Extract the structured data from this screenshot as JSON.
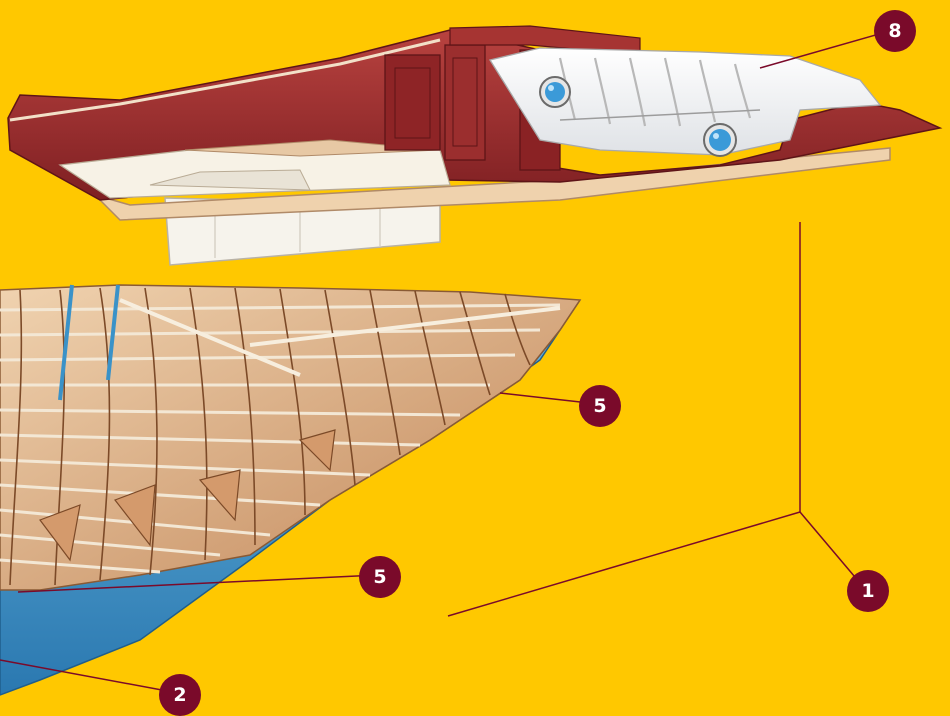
{
  "colors": {
    "background": "#ffc800",
    "callout_fill": "#7a0a2a",
    "leader_line": "#7a0a2a",
    "deck_red": "#9c2a2a",
    "cabin_white": "#f4f1ea",
    "hull_blue": "#3a92c8",
    "frame_wood": "#d8a478"
  },
  "callouts": [
    {
      "id": "c8",
      "label": "8"
    },
    {
      "id": "c5a",
      "label": "5"
    },
    {
      "id": "c5b",
      "label": "5"
    },
    {
      "id": "c1",
      "label": "1"
    },
    {
      "id": "c2",
      "label": "2"
    }
  ]
}
